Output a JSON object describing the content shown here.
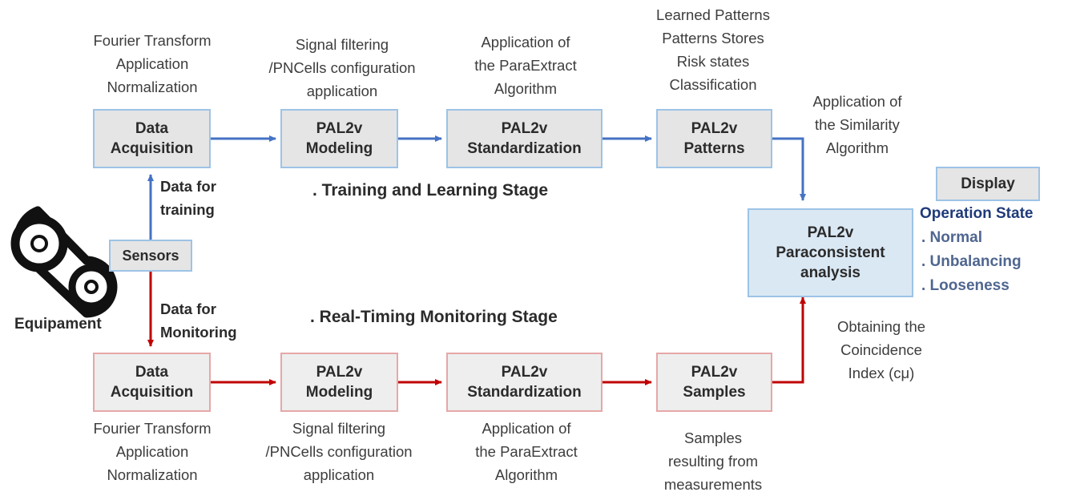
{
  "colors": {
    "training_arrow": "#4472c4",
    "monitoring_arrow": "#c00000",
    "state_title": "#1f3a7a",
    "state_items": "#4f6690"
  },
  "training": {
    "stage_label": ". Training and Learning Stage",
    "boxes": {
      "acq": [
        "Data",
        "Acquisition"
      ],
      "model": [
        "PAL2v",
        "Modeling"
      ],
      "std": [
        "PAL2v",
        "Standardization"
      ],
      "patterns": [
        "PAL2v",
        "Patterns"
      ]
    },
    "captions": {
      "acq": [
        "Fourier Transform",
        "Application",
        "Normalization"
      ],
      "model": [
        "Signal filtering",
        "/PNCells configuration",
        "application"
      ],
      "std": [
        "Application of",
        "the ParaExtract",
        "Algorithm"
      ],
      "patterns": [
        "Learned Patterns",
        "Patterns Stores",
        "Risk states",
        "Classification"
      ],
      "similarity": [
        "Application of",
        "the Similarity",
        "Algorithm"
      ]
    }
  },
  "monitoring": {
    "stage_label": ". Real-Timing Monitoring Stage",
    "boxes": {
      "acq": [
        "Data",
        "Acquisition"
      ],
      "model": [
        "PAL2v",
        "Modeling"
      ],
      "std": [
        "PAL2v",
        "Standardization"
      ],
      "samples": [
        "PAL2v",
        "Samples"
      ]
    },
    "captions": {
      "acq": [
        "Fourier Transform",
        "Application",
        "Normalization"
      ],
      "model": [
        "Signal filtering",
        "/PNCells configuration",
        "application"
      ],
      "std": [
        "Application of",
        "the ParaExtract",
        "Algorithm"
      ],
      "samples": [
        "Samples",
        "resulting from",
        "measurements"
      ],
      "coincidence": [
        "Obtaining the",
        "Coincidence",
        "Index (cμ)"
      ]
    }
  },
  "sensors": "Sensors",
  "equipment": "Equipament",
  "data_for_training": [
    "Data for",
    "training"
  ],
  "data_for_monitoring": [
    "Data for",
    "Monitoring"
  ],
  "analysis": [
    "PAL2v",
    "Paraconsistent",
    "analysis"
  ],
  "display": {
    "label": "Display",
    "title": "Operation State",
    "states": [
      ". Normal",
      ". Unbalancing",
      ". Looseness"
    ]
  }
}
